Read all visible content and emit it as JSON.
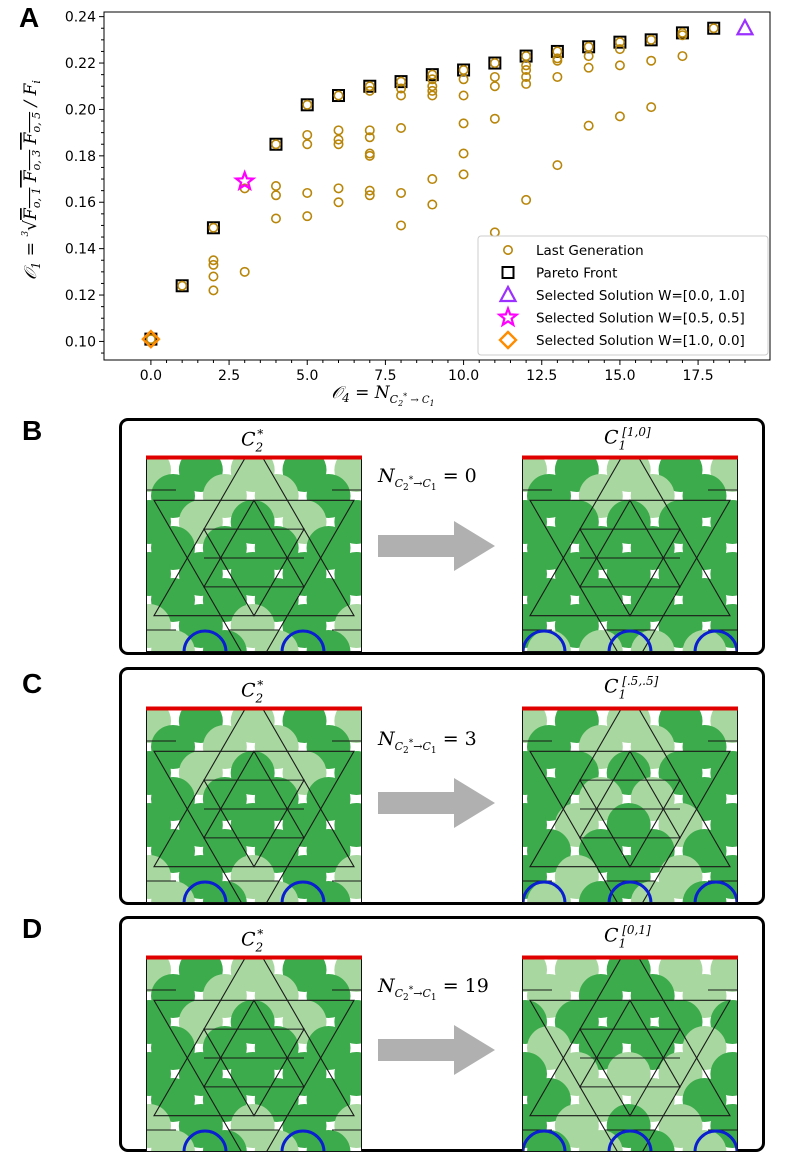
{
  "panel_labels": {
    "a": "A",
    "b": "B",
    "c": "C",
    "d": "D"
  },
  "colors": {
    "scatter": "#b8860b",
    "pareto": "#000000",
    "sel_01": "#9b30ff",
    "sel_55": "#ff00ff",
    "sel_10": "#ff8c00",
    "dark_green": "#3cab4b",
    "light_green": "#a8d8a0",
    "boundary": "#e00000",
    "ring": "#0a1fd0",
    "arrow": "#b0b0b0",
    "panel_b_border": "#f0821e",
    "panel_c_border": "#f000f0",
    "panel_d_border": "#9b40e0"
  },
  "chart_data": {
    "type": "scatter",
    "xlabel": "𝒪₄ = N_{C₂* → C₁}",
    "ylabel": "𝒪₁ = ∛(F_{o,1} F_{o,3} F_{o,5}) / F_i",
    "xlim": [
      -1.5,
      19.8
    ],
    "ylim": [
      0.092,
      0.242
    ],
    "xticks": [
      "0.0",
      "2.5",
      "5.0",
      "7.5",
      "10.0",
      "12.5",
      "15.0",
      "17.5"
    ],
    "yticks": [
      "0.10",
      "0.12",
      "0.14",
      "0.16",
      "0.18",
      "0.20",
      "0.22",
      "0.24"
    ],
    "grid": false,
    "legend_position": "bottom-right",
    "legend": [
      "Last Generation",
      "Pareto Front",
      "Selected Solution W=[0.0, 1.0]",
      "Selected Solution W=[0.5, 0.5]",
      "Selected Solution W=[1.0, 0.0]"
    ],
    "series": [
      {
        "name": "Last Generation",
        "marker": "circle",
        "points": [
          [
            0,
            0.101
          ],
          [
            1,
            0.124
          ],
          [
            2,
            0.149
          ],
          [
            2,
            0.135
          ],
          [
            2,
            0.133
          ],
          [
            2,
            0.128
          ],
          [
            2,
            0.122
          ],
          [
            3,
            0.13
          ],
          [
            3,
            0.166
          ],
          [
            4,
            0.185
          ],
          [
            4,
            0.167
          ],
          [
            4,
            0.163
          ],
          [
            4,
            0.153
          ],
          [
            5,
            0.202
          ],
          [
            5,
            0.189
          ],
          [
            5,
            0.185
          ],
          [
            5,
            0.164
          ],
          [
            5,
            0.154
          ],
          [
            6,
            0.206
          ],
          [
            6,
            0.191
          ],
          [
            6,
            0.187
          ],
          [
            6,
            0.185
          ],
          [
            6,
            0.166
          ],
          [
            6,
            0.16
          ],
          [
            7,
            0.21
          ],
          [
            7,
            0.208
          ],
          [
            7,
            0.191
          ],
          [
            7,
            0.188
          ],
          [
            7,
            0.181
          ],
          [
            7,
            0.18
          ],
          [
            7,
            0.165
          ],
          [
            7,
            0.163
          ],
          [
            8,
            0.212
          ],
          [
            8,
            0.209
          ],
          [
            8,
            0.206
          ],
          [
            8,
            0.192
          ],
          [
            8,
            0.164
          ],
          [
            8,
            0.15
          ],
          [
            9,
            0.215
          ],
          [
            9,
            0.213
          ],
          [
            9,
            0.21
          ],
          [
            9,
            0.208
          ],
          [
            9,
            0.206
          ],
          [
            9,
            0.17
          ],
          [
            9,
            0.159
          ],
          [
            10,
            0.217
          ],
          [
            10,
            0.213
          ],
          [
            10,
            0.206
          ],
          [
            10,
            0.194
          ],
          [
            10,
            0.181
          ],
          [
            10,
            0.172
          ],
          [
            11,
            0.22
          ],
          [
            11,
            0.214
          ],
          [
            11,
            0.21
          ],
          [
            11,
            0.196
          ],
          [
            11,
            0.147
          ],
          [
            12,
            0.223
          ],
          [
            12,
            0.219
          ],
          [
            12,
            0.217
          ],
          [
            12,
            0.214
          ],
          [
            12,
            0.211
          ],
          [
            12,
            0.161
          ],
          [
            13,
            0.225
          ],
          [
            13,
            0.222
          ],
          [
            13,
            0.221
          ],
          [
            13,
            0.214
          ],
          [
            13,
            0.176
          ],
          [
            14,
            0.227
          ],
          [
            14,
            0.223
          ],
          [
            14,
            0.218
          ],
          [
            14,
            0.193
          ],
          [
            15,
            0.229
          ],
          [
            15,
            0.226
          ],
          [
            15,
            0.219
          ],
          [
            15,
            0.197
          ],
          [
            16,
            0.23
          ],
          [
            16,
            0.221
          ],
          [
            16,
            0.201
          ],
          [
            17,
            0.233
          ],
          [
            17,
            0.232
          ],
          [
            17,
            0.223
          ],
          [
            18,
            0.235
          ]
        ]
      },
      {
        "name": "Pareto Front",
        "marker": "square",
        "points": [
          [
            0,
            0.101
          ],
          [
            1,
            0.124
          ],
          [
            2,
            0.149
          ],
          [
            4,
            0.185
          ],
          [
            5,
            0.202
          ],
          [
            6,
            0.206
          ],
          [
            7,
            0.21
          ],
          [
            8,
            0.212
          ],
          [
            9,
            0.215
          ],
          [
            10,
            0.217
          ],
          [
            11,
            0.22
          ],
          [
            12,
            0.223
          ],
          [
            13,
            0.225
          ],
          [
            14,
            0.227
          ],
          [
            15,
            0.229
          ],
          [
            16,
            0.23
          ],
          [
            17,
            0.233
          ],
          [
            18,
            0.235
          ]
        ]
      },
      {
        "name": "Selected Solution W=[0.0, 1.0]",
        "marker": "triangle",
        "points": [
          [
            19,
            0.235
          ]
        ]
      },
      {
        "name": "Selected Solution W=[0.5, 0.5]",
        "marker": "star",
        "points": [
          [
            3,
            0.169
          ]
        ]
      },
      {
        "name": "Selected Solution W=[1.0, 0.0]",
        "marker": "diamond",
        "points": [
          [
            0,
            0.101
          ]
        ]
      }
    ]
  },
  "panels": [
    {
      "id": "b",
      "left_caption": "C2*",
      "right_caption": "C1[1,0]",
      "n_value": "0",
      "left_ring_indices": [
        1,
        3
      ],
      "right_ring_indices": [
        0,
        2,
        4
      ],
      "left_pattern": "base",
      "right_pattern": "w10"
    },
    {
      "id": "c",
      "left_caption": "C2*",
      "right_caption": "C1[.5,.5]",
      "n_value": "3",
      "left_ring_indices": [
        1,
        3
      ],
      "right_ring_indices": [
        0,
        2,
        4
      ],
      "left_pattern": "base",
      "right_pattern": "w55"
    },
    {
      "id": "d",
      "left_caption": "C2*",
      "right_caption": "C1[0,1]",
      "n_value": "19",
      "left_ring_indices": [
        1,
        3
      ],
      "right_ring_indices": [
        0,
        2,
        4
      ],
      "left_pattern": "base",
      "right_pattern": "w01"
    }
  ],
  "n_label_text": {
    "prefix": "N",
    "sub_c": "C",
    "sub_2": "2",
    "sub_star": "*",
    "sub_arrow": "→",
    "sub_c1": "C",
    "sub_1": "1",
    "equals": "="
  }
}
